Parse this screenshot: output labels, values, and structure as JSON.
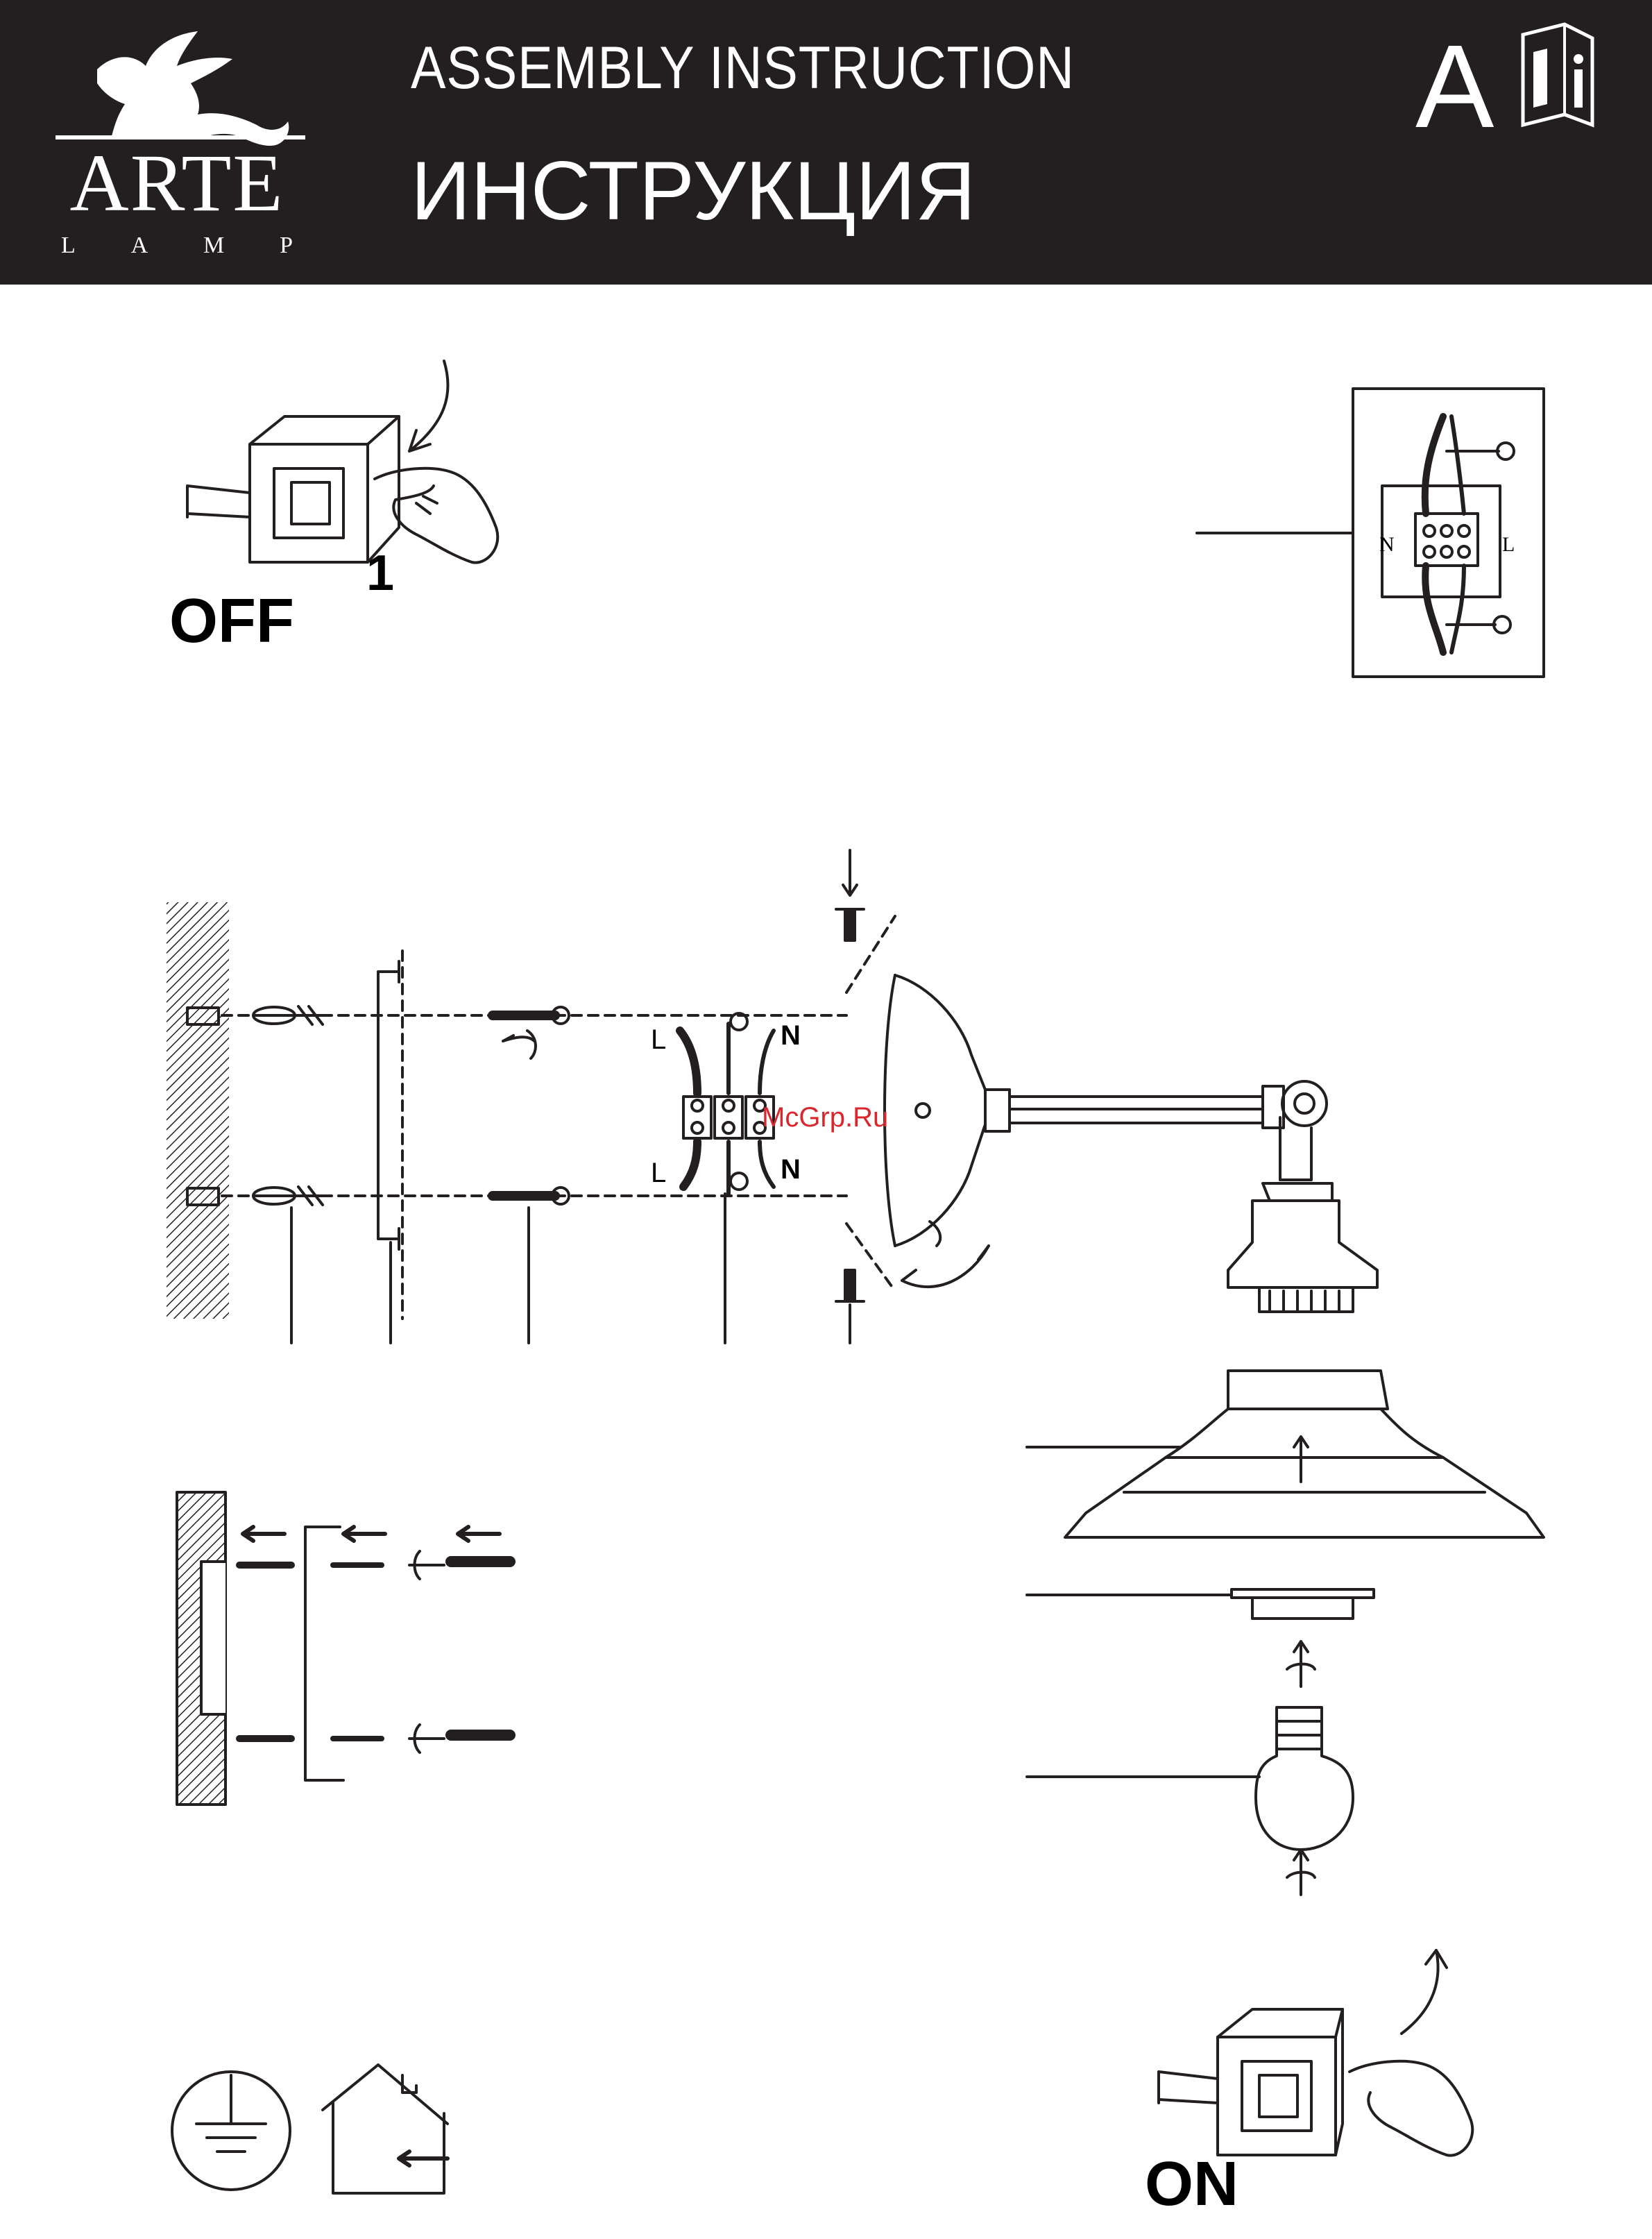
{
  "header": {
    "brand": "ARTE",
    "brand_sub": [
      "L",
      "A",
      "M",
      "P"
    ],
    "title_en": "ASSEMBLY  INSTRUCTION",
    "title_ru": "ИНСТРУКЦИЯ",
    "version_letter": "A",
    "info_letter": "i"
  },
  "switch_off": {
    "label": "OFF",
    "step": "1"
  },
  "switch_on": {
    "label": "ON"
  },
  "inset_wiring": {
    "left_label": "N",
    "right_label": "L"
  },
  "terminal": {
    "top_left": "L",
    "top_right": "N",
    "bottom_left": "L",
    "bottom_right": "N"
  },
  "watermark": "McGrp.Ru",
  "colors": {
    "header_bg": "#231f20",
    "header_text": "#ffffff",
    "line": "#231f20",
    "watermark": "#d9272e"
  }
}
